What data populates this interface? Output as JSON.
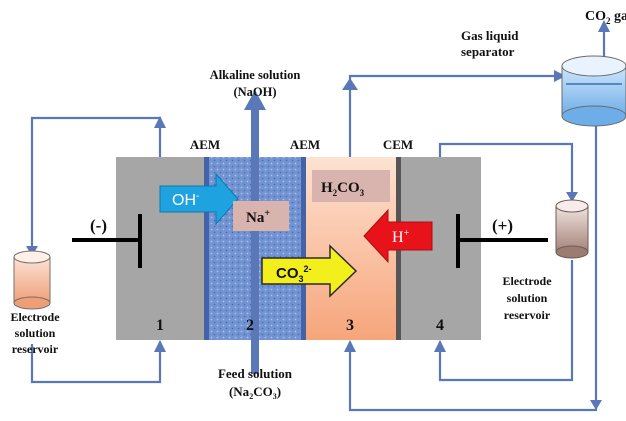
{
  "labels": {
    "co2_gas": "CO",
    "co2_gas_sub": "2",
    "co2_gas_rest": " gas",
    "separator_line1": "Gas liquid",
    "separator_line2": "separator",
    "alkaline_line1": "Alkaline solution",
    "alkaline_line2": "(NaOH)",
    "aem_left": "AEM",
    "aem_right": "AEM",
    "cem": "CEM",
    "feed_line1": "Feed solution",
    "feed_line2_a": "(Na",
    "feed_line2_sub1": "2",
    "feed_line2_b": "CO",
    "feed_line2_sub2": "3",
    "feed_line2_c": ")",
    "neg_electrode": "(-)",
    "pos_electrode": "(+)",
    "reservoir_left_line1": "Electrode",
    "reservoir_left_line2": "solution",
    "reservoir_left_line3": "reservoir",
    "reservoir_right_line1": "Electrode",
    "reservoir_right_line2": "solution",
    "reservoir_right_line3": "reservoir"
  },
  "compartments": [
    "1",
    "2",
    "3",
    "4"
  ],
  "ions": {
    "hydroxide": "OH",
    "hydroxide_sup": "-",
    "sodium": "Na",
    "sodium_sup": "+",
    "carbonic_acid_a": "H",
    "carbonic_acid_sub1": "2",
    "carbonic_acid_b": "CO",
    "carbonic_acid_sub2": "3",
    "proton": "H",
    "proton_sup": "+",
    "carbonate": "CO",
    "carbonate_sub": "3",
    "carbonate_sup": "2-"
  },
  "colors": {
    "electrode_compartment": "#a6a6a6",
    "anion_compartment": "#6f8fcf",
    "acid_compartment": "#f7b992",
    "flow_line": "#5a78b8",
    "oh_arrow": "#1fa3e0",
    "h_arrow": "#e8121a",
    "co3_arrow": "#f2ef1c",
    "label_box": "#d9b3ae"
  }
}
